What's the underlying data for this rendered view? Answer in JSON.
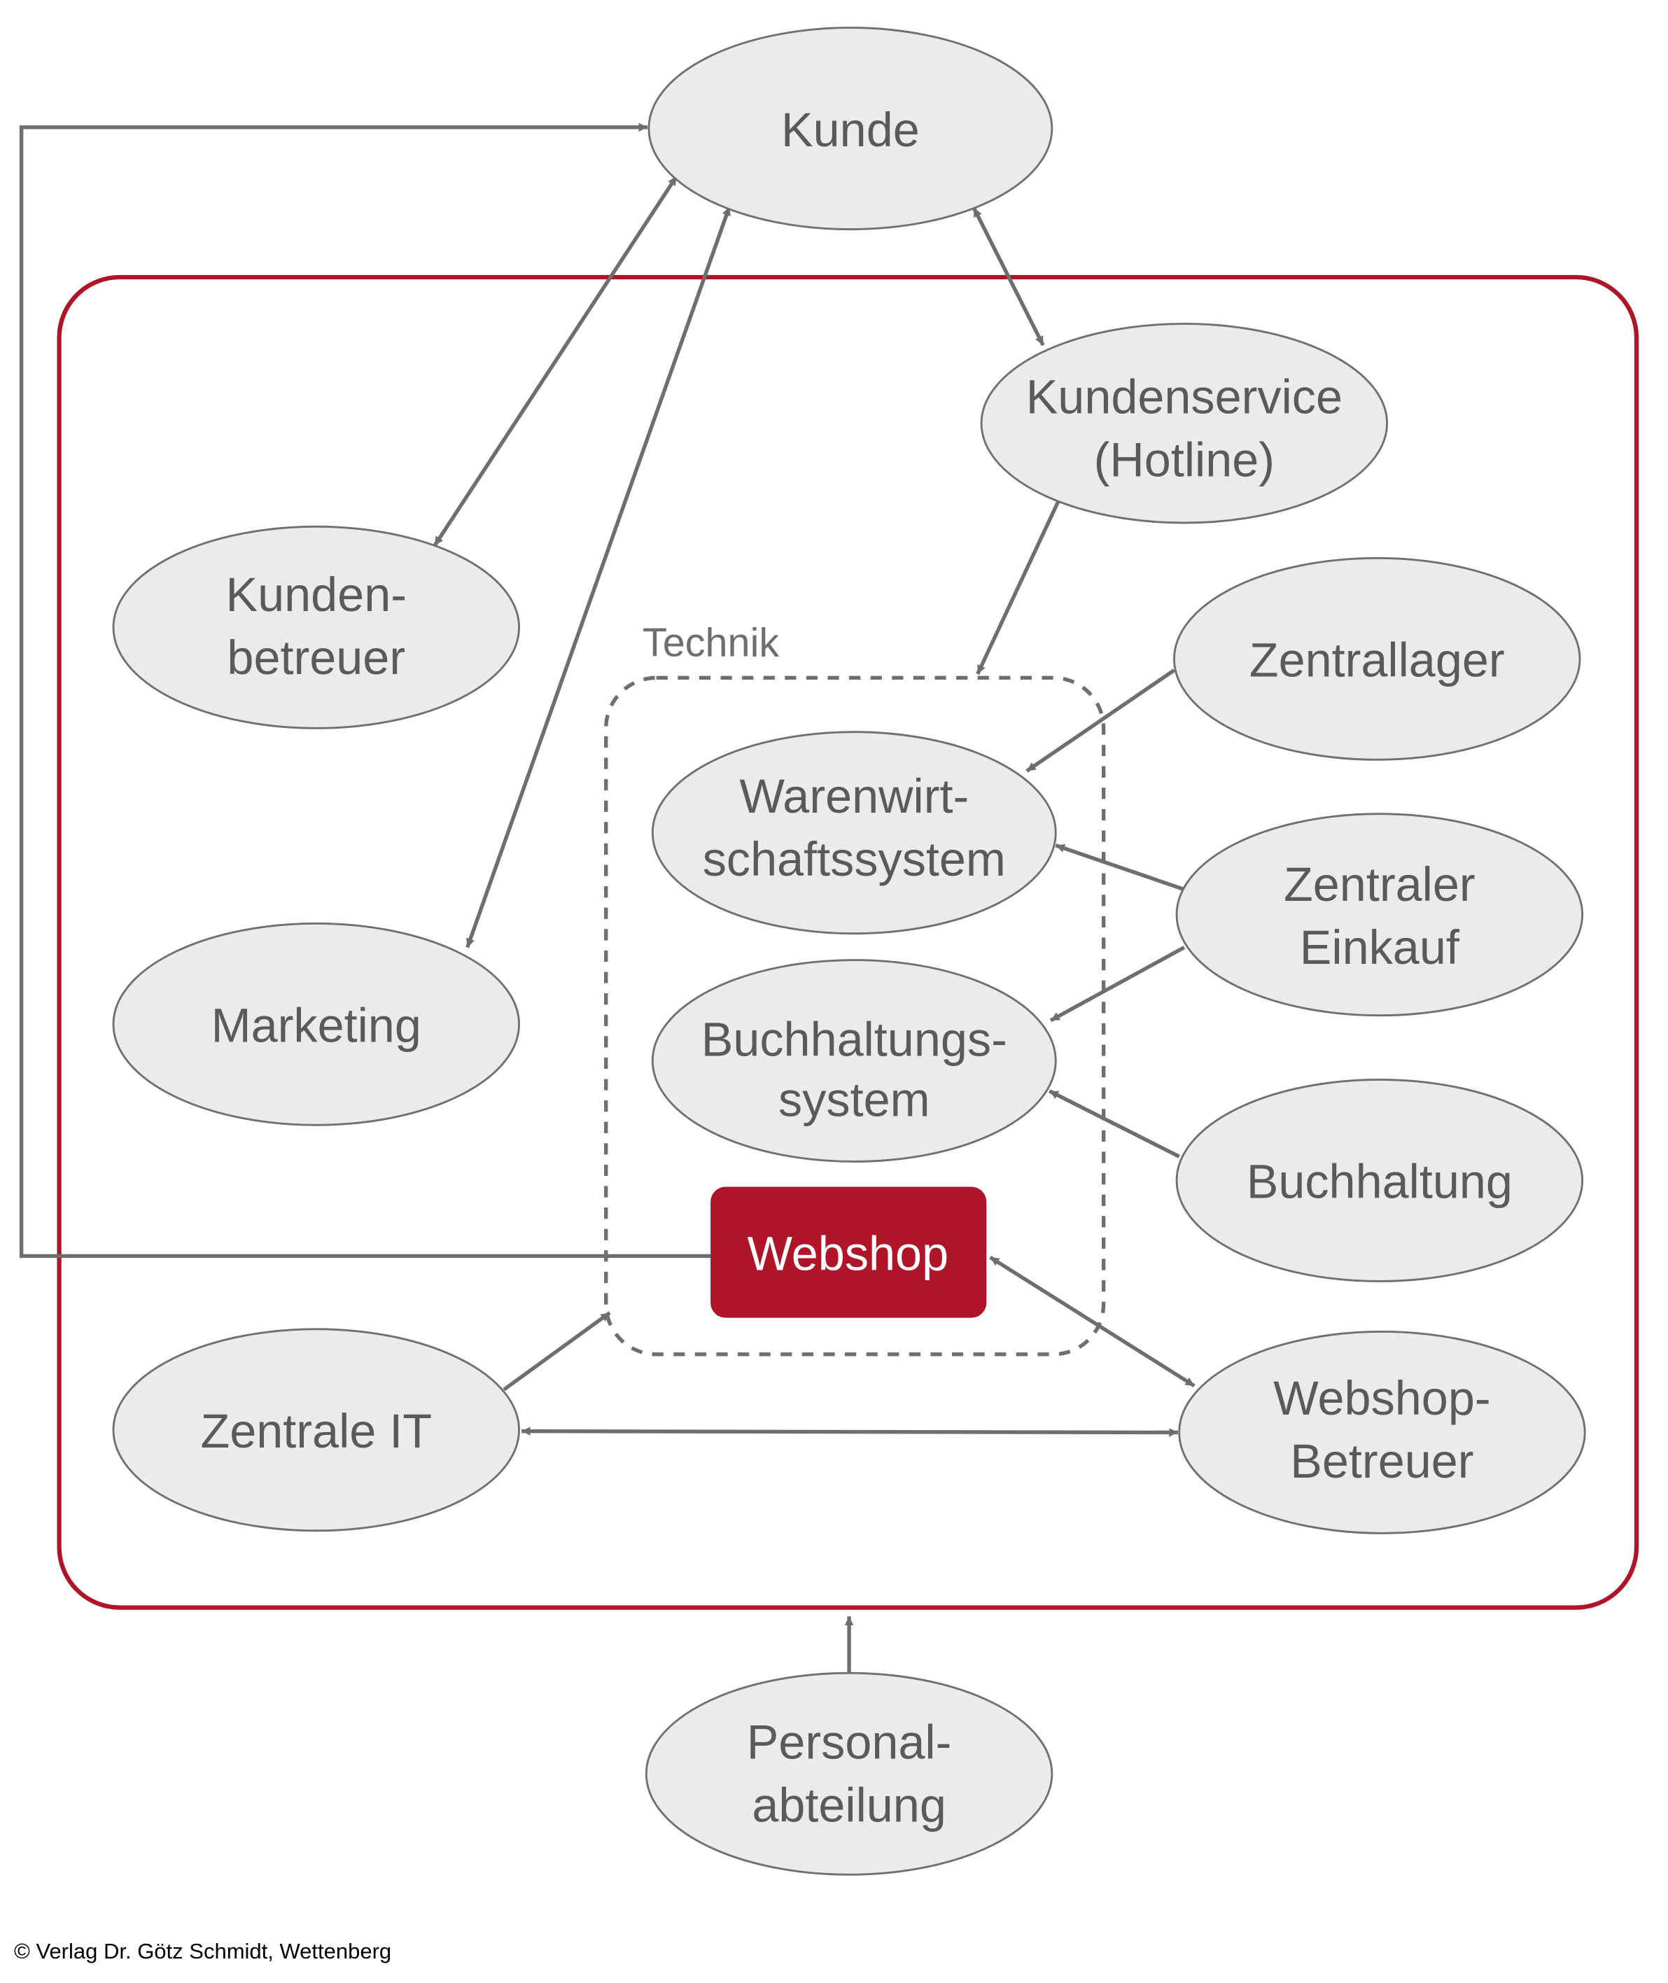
{
  "diagram": {
    "outer_frame_label": "",
    "technik_label": "Technik",
    "nodes": {
      "kunde": {
        "lines": [
          "Kunde"
        ]
      },
      "kundenservice": {
        "lines": [
          "Kundenservice",
          "(Hotline)"
        ]
      },
      "kundenbetreuer": {
        "lines": [
          "Kunden-",
          "betreuer"
        ]
      },
      "marketing": {
        "lines": [
          "Marketing"
        ]
      },
      "zentrallager": {
        "lines": [
          "Zentrallager"
        ]
      },
      "warenwirtschaft": {
        "lines": [
          "Warenwirt-",
          "schaftssystem"
        ]
      },
      "zentraler_einkauf": {
        "lines": [
          "Zentraler",
          "Einkauf"
        ]
      },
      "buchhaltungssystem": {
        "lines": [
          "Buchhaltungs-",
          "system"
        ]
      },
      "buchhaltung": {
        "lines": [
          "Buchhaltung"
        ]
      },
      "webshop": {
        "lines": [
          "Webshop"
        ]
      },
      "zentrale_it": {
        "lines": [
          "Zentrale IT"
        ]
      },
      "webshop_betreuer": {
        "lines": [
          "Webshop-",
          "Betreuer"
        ]
      },
      "personalabteilung": {
        "lines": [
          "Personal-",
          "abteilung"
        ]
      }
    },
    "edges": [
      {
        "from": "webshop",
        "to": "kunde",
        "direction": "to"
      },
      {
        "from": "kundenbetreuer",
        "to": "kunde",
        "direction": "both"
      },
      {
        "from": "marketing",
        "to": "kunde",
        "direction": "both"
      },
      {
        "from": "kunde",
        "to": "kundenservice",
        "direction": "both"
      },
      {
        "from": "kundenservice",
        "to": "technik",
        "direction": "to"
      },
      {
        "from": "zentrallager",
        "to": "warenwirtschaft",
        "direction": "to"
      },
      {
        "from": "zentraler_einkauf",
        "to": "warenwirtschaft",
        "direction": "to"
      },
      {
        "from": "zentraler_einkauf",
        "to": "buchhaltungssystem",
        "direction": "to"
      },
      {
        "from": "buchhaltung",
        "to": "buchhaltungssystem",
        "direction": "to"
      },
      {
        "from": "webshop",
        "to": "webshop_betreuer",
        "direction": "both"
      },
      {
        "from": "zentrale_it",
        "to": "technik",
        "direction": "to"
      },
      {
        "from": "zentrale_it",
        "to": "webshop_betreuer",
        "direction": "both"
      },
      {
        "from": "personalabteilung",
        "to": "organisation",
        "direction": "to"
      }
    ],
    "colors": {
      "accent_red": "#b01428",
      "node_fill": "#ebebeb",
      "line_gray": "#6d6e70",
      "text_gray": "#5a5a5c"
    }
  },
  "footer": {
    "copyright": "© Verlag Dr. Götz Schmidt, Wettenberg"
  }
}
